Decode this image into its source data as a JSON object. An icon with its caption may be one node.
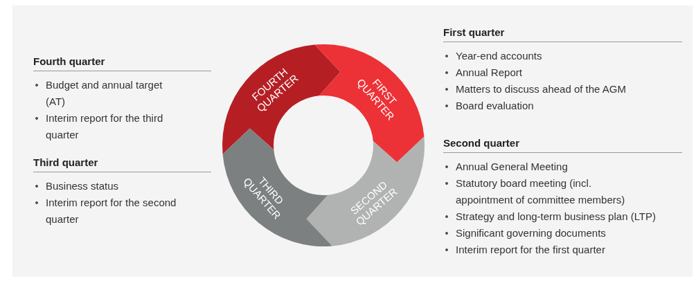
{
  "diagram": {
    "nodes": [
      {
        "text": [
          "FOURTH QUARTER"
        ]
      },
      {
        "text": [
          "FIRST QUARTER"
        ]
      },
      {
        "text": [
          "SECOND QUARTER"
        ]
      },
      {
        "text": [
          "THIRD QUARTER"
        ]
      }
    ],
    "labels": [
      "Fourth quarter",
      "Budget and annual target (AT)",
      "Interim report for the third quarter",
      "Third quarter",
      "Business status",
      "Interim report for the second quarter",
      "First quarter",
      "Year-end accounts",
      "Annual Report",
      "Matters to discuss ahead of the AGM",
      "Board evaluation",
      "Second quarter",
      "Annual General Meeting",
      "Statutory board meeting (incl. appointment of committee members)",
      "Strategy and long-term business plan (LTP)",
      "Significant governing documents",
      "Interim report for the first quarter"
    ]
  }
}
